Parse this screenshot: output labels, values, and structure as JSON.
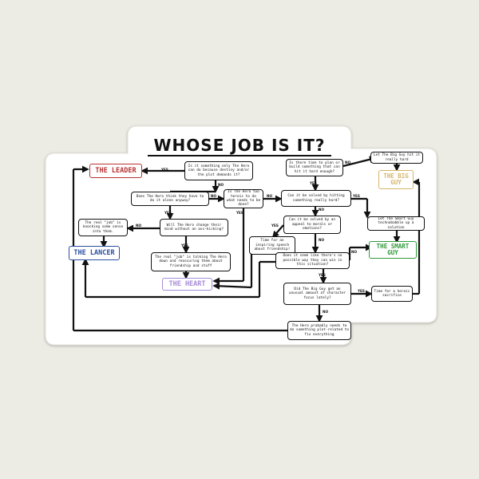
{
  "title": "WHOSE JOB IS IT?",
  "roles": {
    "leader": {
      "label": "THE LEADER",
      "color": "#b83232"
    },
    "lancer": {
      "label": "THE LANCER",
      "color": "#2b4ea0"
    },
    "heart": {
      "label": "THE HEART",
      "color": "#a78bd8"
    },
    "big_guy": {
      "label": "THE BIG GUY",
      "color": "#d8b46a"
    },
    "smart_guy": {
      "label": "THE SMART GUY",
      "color": "#2f9a3a"
    }
  },
  "questions": {
    "q1": "Is it something only The Hero can do because destiny and/or the plot demands it?",
    "q2": "Does The Hero think they have to do it alone anyway?",
    "q3": "Is The Hero too heroic to do what needs to be done?",
    "q4": "Will The Hero change their mind without an ass-kicking?",
    "q5": "The real \"job\" is knocking some sense into them.",
    "q6": "The real \"job\" is talking The Hero down and reassuring them about friendship and stuff",
    "q7": "Is there time to plan or build something that can hit it hard enough?",
    "q8": "Let The Big Guy hit it really hard",
    "q9": "Can it be solved by hitting something really hard?",
    "q10": "Can it be solved by an appeal to morals or emotions?",
    "q11": "Time for an inspiring speech about friendship!",
    "q12": "Let The Smart Guy technobabble up a solution",
    "q13": "Does it seem like there's no possible way they can win in this situation?",
    "q14": "Did The Big Guy get an unusual amount of character focus lately?",
    "q15": "Time for a heroic sacrifice",
    "q16": "The Hero probably needs to do something plot-related to fix everything"
  },
  "edges": {
    "yes": "YES",
    "no": "NO"
  }
}
